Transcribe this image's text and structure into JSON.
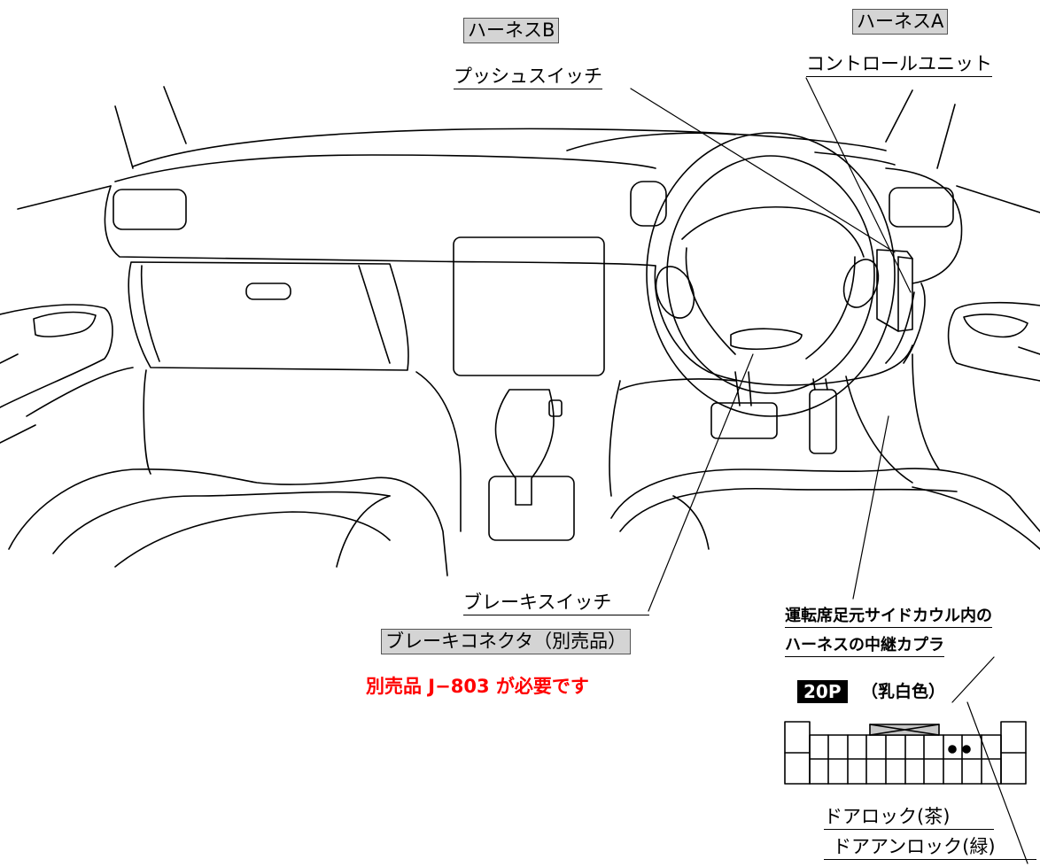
{
  "labels": {
    "harness_b": "ハーネスB",
    "harness_a": "ハーネスA",
    "push_switch": "プッシュスイッチ",
    "control_unit": "コントロールユニット",
    "brake_switch": "ブレーキスイッチ",
    "brake_connector": "ブレーキコネクタ（別売品）",
    "required_note": "別売品 J−803 が必要です",
    "relay_coupler_line1": "運転席足元サイドカウル内の",
    "relay_coupler_line2": "ハーネスの中継カプラ",
    "pin_count": "20P",
    "coupler_color": "（乳白色）",
    "door_lock": "ドアロック(茶)",
    "door_unlock": "ドアアンロック(緑)"
  }
}
